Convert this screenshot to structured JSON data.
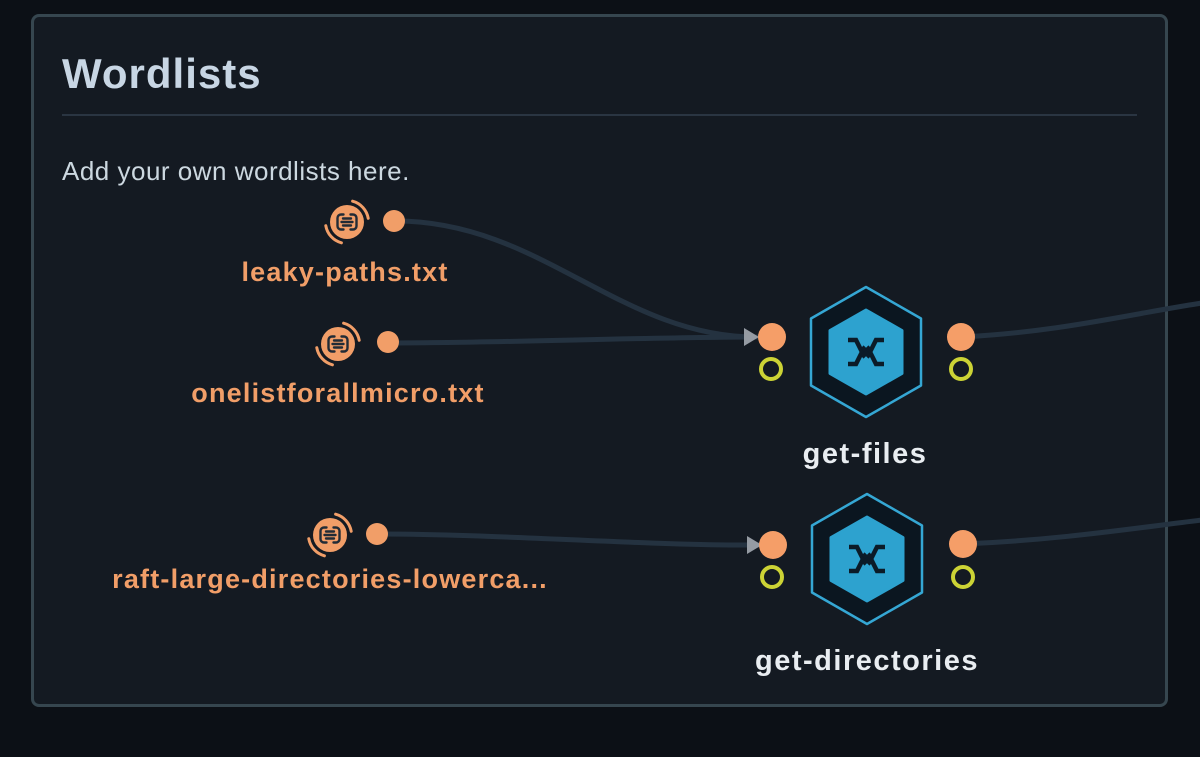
{
  "section": {
    "title": "Wordlists",
    "description": "Add your own wordlists here."
  },
  "wordlist_nodes": [
    {
      "label": "leaky-paths.txt",
      "icon": "wordlist-file-icon"
    },
    {
      "label": "onelistforallmicro.txt",
      "icon": "wordlist-file-icon"
    },
    {
      "label": "raft-large-directories-lowerca...",
      "icon": "wordlist-file-icon"
    }
  ],
  "tool_nodes": [
    {
      "label": "get-files",
      "icon": "trickest-logo-icon"
    },
    {
      "label": "get-directories",
      "icon": "trickest-logo-icon"
    }
  ],
  "colors": {
    "background": "#0c1016",
    "panel_background": "#141a22",
    "panel_border": "#36464f",
    "accent_orange": "#f19e68",
    "accent_yellow": "#ccd335",
    "accent_cyan": "#2da2cf",
    "edge_line": "#243240",
    "title_text": "#c8d6e4",
    "tool_label_text": "#e9edf1"
  }
}
